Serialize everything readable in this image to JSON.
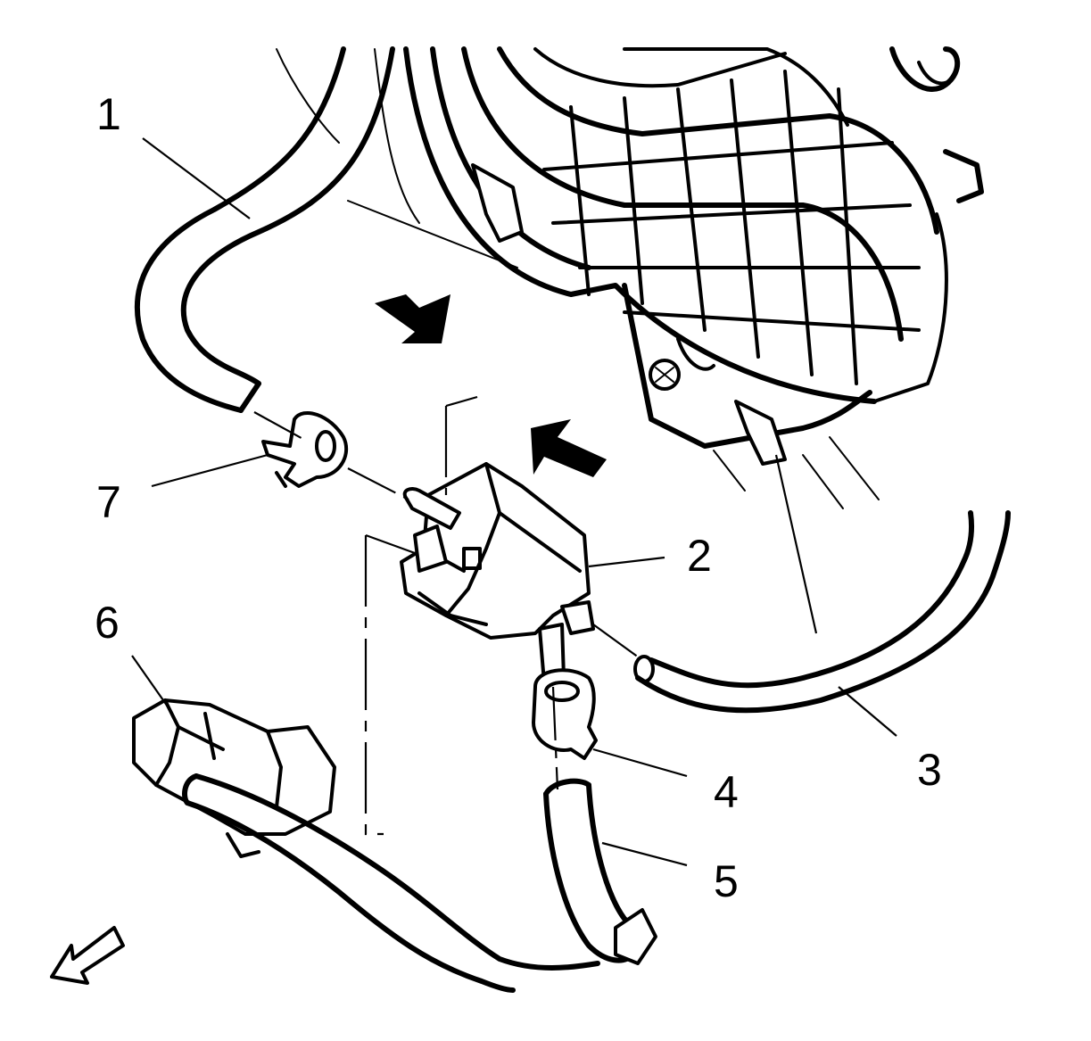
{
  "callouts": {
    "c1": "1",
    "c2": "2",
    "c3": "3",
    "c4": "4",
    "c5": "5",
    "c6": "6",
    "c7": "7"
  },
  "colors": {
    "line": "#000000",
    "background": "#ffffff"
  },
  "icons": [
    "push-arrow-icon",
    "direction-arrow-icon"
  ]
}
